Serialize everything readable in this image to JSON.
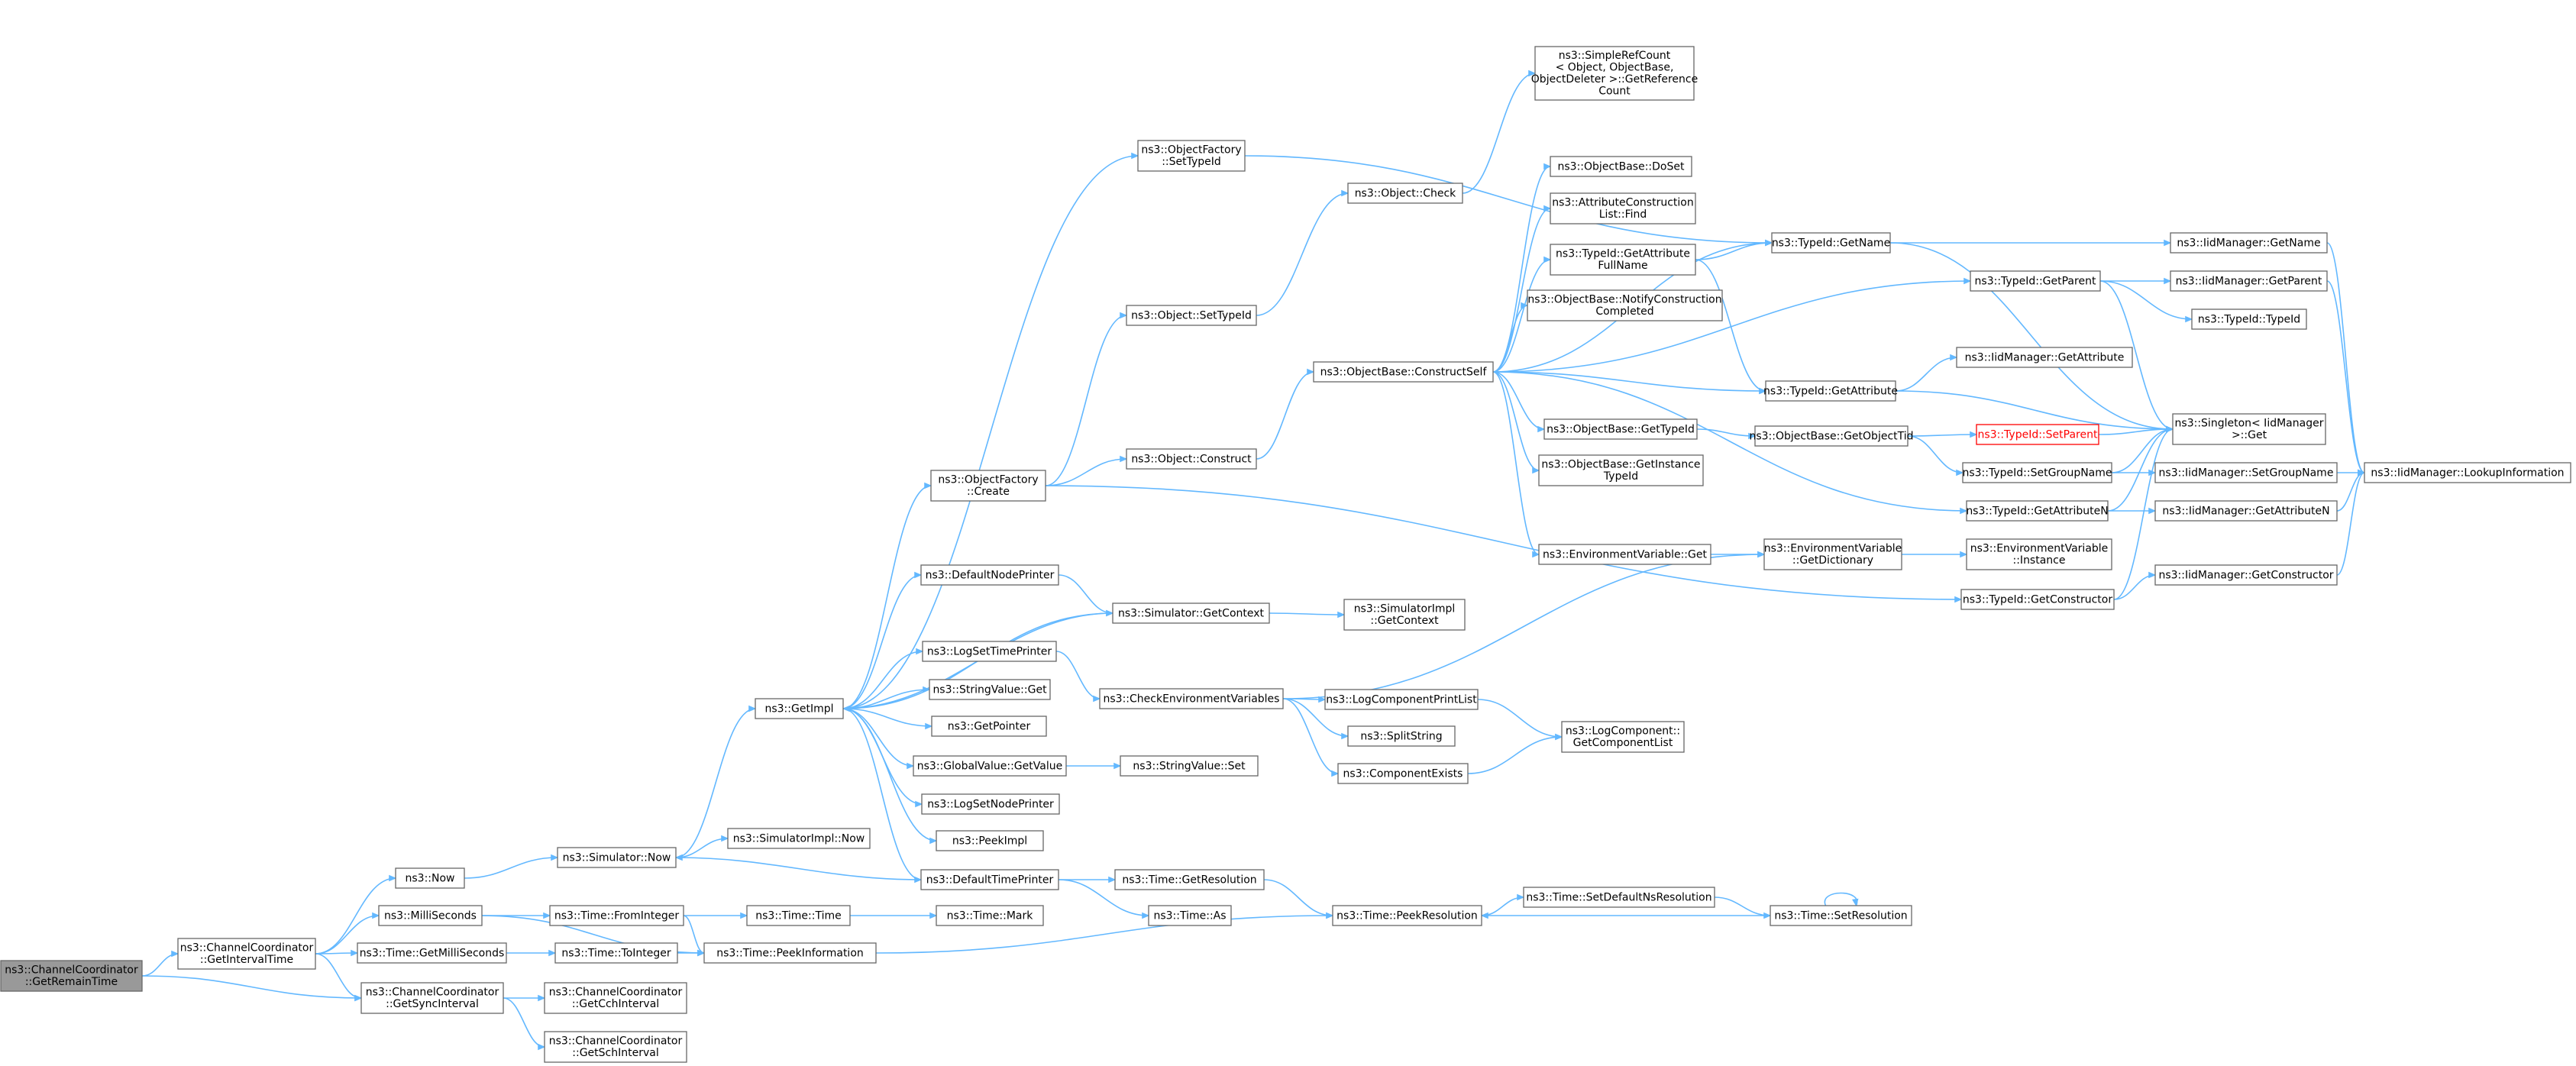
{
  "diagram": {
    "colors": {
      "edge": "#63b8ff",
      "node_border": "#666666",
      "root_fill": "#999999",
      "highlight": "#ff0000"
    },
    "nodes": [
      {
        "id": "root",
        "lines": [
          "ns3::ChannelCoordinator",
          "::GetRemainTime"
        ],
        "style": "root"
      },
      {
        "id": "getInterval",
        "lines": [
          "ns3::ChannelCoordinator",
          "::GetIntervalTime"
        ]
      },
      {
        "id": "now",
        "lines": [
          "ns3::Now"
        ]
      },
      {
        "id": "milli",
        "lines": [
          "ns3::MilliSeconds"
        ]
      },
      {
        "id": "getMilli",
        "lines": [
          "ns3::Time::GetMilliSeconds"
        ]
      },
      {
        "id": "getSync",
        "lines": [
          "ns3::ChannelCoordinator",
          "::GetSyncInterval"
        ]
      },
      {
        "id": "simNow",
        "lines": [
          "ns3::Simulator::Now"
        ]
      },
      {
        "id": "fromInt",
        "lines": [
          "ns3::Time::FromInteger"
        ]
      },
      {
        "id": "toInt",
        "lines": [
          "ns3::Time::ToInteger"
        ]
      },
      {
        "id": "getCch",
        "lines": [
          "ns3::ChannelCoordinator",
          "::GetCchInterval"
        ]
      },
      {
        "id": "getSch",
        "lines": [
          "ns3::ChannelCoordinator",
          "::GetSchInterval"
        ]
      },
      {
        "id": "getImpl",
        "lines": [
          "ns3::GetImpl"
        ]
      },
      {
        "id": "simImplNow",
        "lines": [
          "ns3::SimulatorImpl::Now"
        ]
      },
      {
        "id": "timeTime",
        "lines": [
          "ns3::Time::Time"
        ]
      },
      {
        "id": "peekInfo",
        "lines": [
          "ns3::Time::PeekInformation"
        ]
      },
      {
        "id": "objFactSetTid",
        "lines": [
          "ns3::ObjectFactory",
          "::SetTypeId"
        ]
      },
      {
        "id": "objFactCreate",
        "lines": [
          "ns3::ObjectFactory",
          "::Create"
        ]
      },
      {
        "id": "defNodePrinter",
        "lines": [
          "ns3::DefaultNodePrinter"
        ]
      },
      {
        "id": "logSetTime",
        "lines": [
          "ns3::LogSetTimePrinter"
        ]
      },
      {
        "id": "strValGet",
        "lines": [
          "ns3::StringValue::Get"
        ]
      },
      {
        "id": "getPointer",
        "lines": [
          "ns3::GetPointer"
        ]
      },
      {
        "id": "globalGetValue",
        "lines": [
          "ns3::GlobalValue::GetValue"
        ]
      },
      {
        "id": "logSetNode",
        "lines": [
          "ns3::LogSetNodePrinter"
        ]
      },
      {
        "id": "peekImpl",
        "lines": [
          "ns3::PeekImpl"
        ]
      },
      {
        "id": "defTimePrinter",
        "lines": [
          "ns3::DefaultTimePrinter"
        ]
      },
      {
        "id": "timeMark",
        "lines": [
          "ns3::Time::Mark"
        ]
      },
      {
        "id": "objSetTid",
        "lines": [
          "ns3::Object::SetTypeId"
        ]
      },
      {
        "id": "objConstruct",
        "lines": [
          "ns3::Object::Construct"
        ]
      },
      {
        "id": "simGetContext",
        "lines": [
          "ns3::Simulator::GetContext"
        ]
      },
      {
        "id": "checkEnv",
        "lines": [
          "ns3::CheckEnvironmentVariables"
        ]
      },
      {
        "id": "strValSet",
        "lines": [
          "ns3::StringValue::Set"
        ]
      },
      {
        "id": "getResolution",
        "lines": [
          "ns3::Time::GetResolution"
        ]
      },
      {
        "id": "timeAs",
        "lines": [
          "ns3::Time::As"
        ]
      },
      {
        "id": "objCheck",
        "lines": [
          "ns3::Object::Check"
        ]
      },
      {
        "id": "constructSelf",
        "lines": [
          "ns3::ObjectBase::ConstructSelf"
        ]
      },
      {
        "id": "simImplGetCtx",
        "lines": [
          "ns3::SimulatorImpl",
          "::GetContext"
        ]
      },
      {
        "id": "logCompPrint",
        "lines": [
          "ns3::LogComponentPrintList"
        ]
      },
      {
        "id": "splitString",
        "lines": [
          "ns3::SplitString"
        ]
      },
      {
        "id": "compExists",
        "lines": [
          "ns3::ComponentExists"
        ]
      },
      {
        "id": "peekResolution",
        "lines": [
          "ns3::Time::PeekResolution"
        ]
      },
      {
        "id": "simpleRef",
        "lines": [
          "ns3::SimpleRefCount",
          "< Object, ObjectBase,",
          "ObjectDeleter >::GetReference",
          "Count"
        ]
      },
      {
        "id": "doSet",
        "lines": [
          "ns3::ObjectBase::DoSet"
        ]
      },
      {
        "id": "attrConsFind",
        "lines": [
          "ns3::AttributeConstruction",
          "List::Find"
        ]
      },
      {
        "id": "getAttrFull",
        "lines": [
          "ns3::TypeId::GetAttribute",
          "FullName"
        ]
      },
      {
        "id": "notifyCons",
        "lines": [
          "ns3::ObjectBase::NotifyConstruction",
          "Completed"
        ]
      },
      {
        "id": "obGetTid",
        "lines": [
          "ns3::ObjectBase::GetTypeId"
        ]
      },
      {
        "id": "getInstTid",
        "lines": [
          "ns3::ObjectBase::GetInstance",
          "TypeId"
        ]
      },
      {
        "id": "envGet",
        "lines": [
          "ns3::EnvironmentVariable::Get"
        ]
      },
      {
        "id": "logCompGetList",
        "lines": [
          "ns3::LogComponent::",
          "GetComponentList"
        ]
      },
      {
        "id": "setDefNs",
        "lines": [
          "ns3::Time::SetDefaultNsResolution"
        ]
      },
      {
        "id": "tidGetName",
        "lines": [
          "ns3::TypeId::GetName"
        ]
      },
      {
        "id": "tidGetAttr",
        "lines": [
          "ns3::TypeId::GetAttribute"
        ]
      },
      {
        "id": "obGetObjTid",
        "lines": [
          "ns3::ObjectBase::GetObjectTid"
        ]
      },
      {
        "id": "envGetDict",
        "lines": [
          "ns3::EnvironmentVariable",
          "::GetDictionary"
        ]
      },
      {
        "id": "setResolution",
        "lines": [
          "ns3::Time::SetResolution"
        ]
      },
      {
        "id": "tidGetParent",
        "lines": [
          "ns3::TypeId::GetParent"
        ]
      },
      {
        "id": "iidGetAttr",
        "lines": [
          "ns3::IidManager::GetAttribute"
        ]
      },
      {
        "id": "tidSetParent",
        "lines": [
          "ns3::TypeId::SetParent"
        ],
        "style": "red"
      },
      {
        "id": "tidSetGroup",
        "lines": [
          "ns3::TypeId::SetGroupName"
        ]
      },
      {
        "id": "tidGetAttrN",
        "lines": [
          "ns3::TypeId::GetAttributeN"
        ]
      },
      {
        "id": "envInstance",
        "lines": [
          "ns3::EnvironmentVariable",
          "::Instance"
        ]
      },
      {
        "id": "tidGetCons",
        "lines": [
          "ns3::TypeId::GetConstructor"
        ]
      },
      {
        "id": "iidGetName",
        "lines": [
          "ns3::IidManager::GetName"
        ]
      },
      {
        "id": "iidGetParent",
        "lines": [
          "ns3::IidManager::GetParent"
        ]
      },
      {
        "id": "tidTypeId",
        "lines": [
          "ns3::TypeId::TypeId"
        ]
      },
      {
        "id": "singletonGet",
        "lines": [
          "ns3::Singleton< IidManager",
          ">::Get"
        ]
      },
      {
        "id": "iidSetGroup",
        "lines": [
          "ns3::IidManager::SetGroupName"
        ]
      },
      {
        "id": "iidGetAttrN",
        "lines": [
          "ns3::IidManager::GetAttributeN"
        ]
      },
      {
        "id": "iidGetCons",
        "lines": [
          "ns3::IidManager::GetConstructor"
        ]
      },
      {
        "id": "iidLookup",
        "lines": [
          "ns3::IidManager::LookupInformation"
        ]
      }
    ],
    "edges": [
      [
        "root",
        "getInterval"
      ],
      [
        "root",
        "getSync"
      ],
      [
        "getInterval",
        "now"
      ],
      [
        "getInterval",
        "milli"
      ],
      [
        "getInterval",
        "getMilli"
      ],
      [
        "getInterval",
        "getSync"
      ],
      [
        "now",
        "simNow"
      ],
      [
        "milli",
        "fromInt"
      ],
      [
        "milli",
        "peekInfo"
      ],
      [
        "getMilli",
        "toInt"
      ],
      [
        "getSync",
        "getCch"
      ],
      [
        "getSync",
        "getSch"
      ],
      [
        "simNow",
        "getImpl"
      ],
      [
        "simNow",
        "simImplNow"
      ],
      [
        "fromInt",
        "timeTime"
      ],
      [
        "fromInt",
        "peekInfo"
      ],
      [
        "toInt",
        "peekInfo"
      ],
      [
        "timeTime",
        "timeMark"
      ],
      [
        "peekInfo",
        "peekResolution"
      ],
      [
        "getImpl",
        "objFactSetTid"
      ],
      [
        "getImpl",
        "objFactCreate"
      ],
      [
        "getImpl",
        "defNodePrinter"
      ],
      [
        "getImpl",
        "simGetContext"
      ],
      [
        "getImpl",
        "logSetTime"
      ],
      [
        "getImpl",
        "strValGet"
      ],
      [
        "getImpl",
        "getPointer"
      ],
      [
        "getImpl",
        "globalGetValue"
      ],
      [
        "getImpl",
        "logSetNode"
      ],
      [
        "getImpl",
        "peekImpl"
      ],
      [
        "getImpl",
        "defTimePrinter"
      ],
      [
        "defNodePrinter",
        "simGetContext"
      ],
      [
        "simGetContext",
        "getImpl"
      ],
      [
        "simGetContext",
        "simImplGetCtx"
      ],
      [
        "logSetTime",
        "checkEnv"
      ],
      [
        "globalGetValue",
        "strValSet"
      ],
      [
        "defTimePrinter",
        "simNow"
      ],
      [
        "defTimePrinter",
        "getResolution"
      ],
      [
        "defTimePrinter",
        "timeAs"
      ],
      [
        "objFactSetTid",
        "tidGetName"
      ],
      [
        "objFactCreate",
        "objSetTid"
      ],
      [
        "objFactCreate",
        "objConstruct"
      ],
      [
        "objFactCreate",
        "tidGetCons"
      ],
      [
        "objSetTid",
        "objCheck"
      ],
      [
        "objCheck",
        "simpleRef"
      ],
      [
        "objConstruct",
        "constructSelf"
      ],
      [
        "checkEnv",
        "envGetDict"
      ],
      [
        "checkEnv",
        "logCompPrint"
      ],
      [
        "checkEnv",
        "splitString"
      ],
      [
        "checkEnv",
        "compExists"
      ],
      [
        "logCompPrint",
        "logCompGetList"
      ],
      [
        "compExists",
        "logCompGetList"
      ],
      [
        "getResolution",
        "peekResolution"
      ],
      [
        "peekResolution",
        "setDefNs"
      ],
      [
        "setDefNs",
        "setResolution"
      ],
      [
        "setResolution",
        "peekResolution"
      ],
      [
        "setResolution",
        "setResolution"
      ],
      [
        "constructSelf",
        "tidGetName"
      ],
      [
        "constructSelf",
        "doSet"
      ],
      [
        "constructSelf",
        "attrConsFind"
      ],
      [
        "constructSelf",
        "getAttrFull"
      ],
      [
        "constructSelf",
        "notifyCons"
      ],
      [
        "constructSelf",
        "tidGetParent"
      ],
      [
        "constructSelf",
        "tidGetAttr"
      ],
      [
        "constructSelf",
        "obGetTid"
      ],
      [
        "constructSelf",
        "getInstTid"
      ],
      [
        "constructSelf",
        "tidGetAttrN"
      ],
      [
        "constructSelf",
        "envGet"
      ],
      [
        "getAttrFull",
        "tidGetName"
      ],
      [
        "getAttrFull",
        "tidGetAttr"
      ],
      [
        "obGetTid",
        "obGetObjTid"
      ],
      [
        "obGetObjTid",
        "tidSetParent"
      ],
      [
        "obGetObjTid",
        "tidSetGroup"
      ],
      [
        "envGet",
        "envGetDict"
      ],
      [
        "envGetDict",
        "envInstance"
      ],
      [
        "tidGetName",
        "iidGetName"
      ],
      [
        "tidGetName",
        "singletonGet"
      ],
      [
        "tidGetAttr",
        "iidGetAttr"
      ],
      [
        "tidGetAttr",
        "singletonGet"
      ],
      [
        "tidGetParent",
        "iidGetParent"
      ],
      [
        "tidGetParent",
        "tidTypeId"
      ],
      [
        "tidGetParent",
        "singletonGet"
      ],
      [
        "tidSetParent",
        "singletonGet"
      ],
      [
        "tidSetGroup",
        "iidSetGroup"
      ],
      [
        "tidSetGroup",
        "singletonGet"
      ],
      [
        "tidGetAttrN",
        "iidGetAttrN"
      ],
      [
        "tidGetAttrN",
        "singletonGet"
      ],
      [
        "tidGetCons",
        "iidGetCons"
      ],
      [
        "tidGetCons",
        "singletonGet"
      ],
      [
        "iidGetName",
        "iidLookup"
      ],
      [
        "iidGetParent",
        "iidLookup"
      ],
      [
        "iidSetGroup",
        "iidLookup"
      ],
      [
        "iidGetAttrN",
        "iidLookup"
      ],
      [
        "iidGetCons",
        "iidLookup"
      ]
    ]
  }
}
